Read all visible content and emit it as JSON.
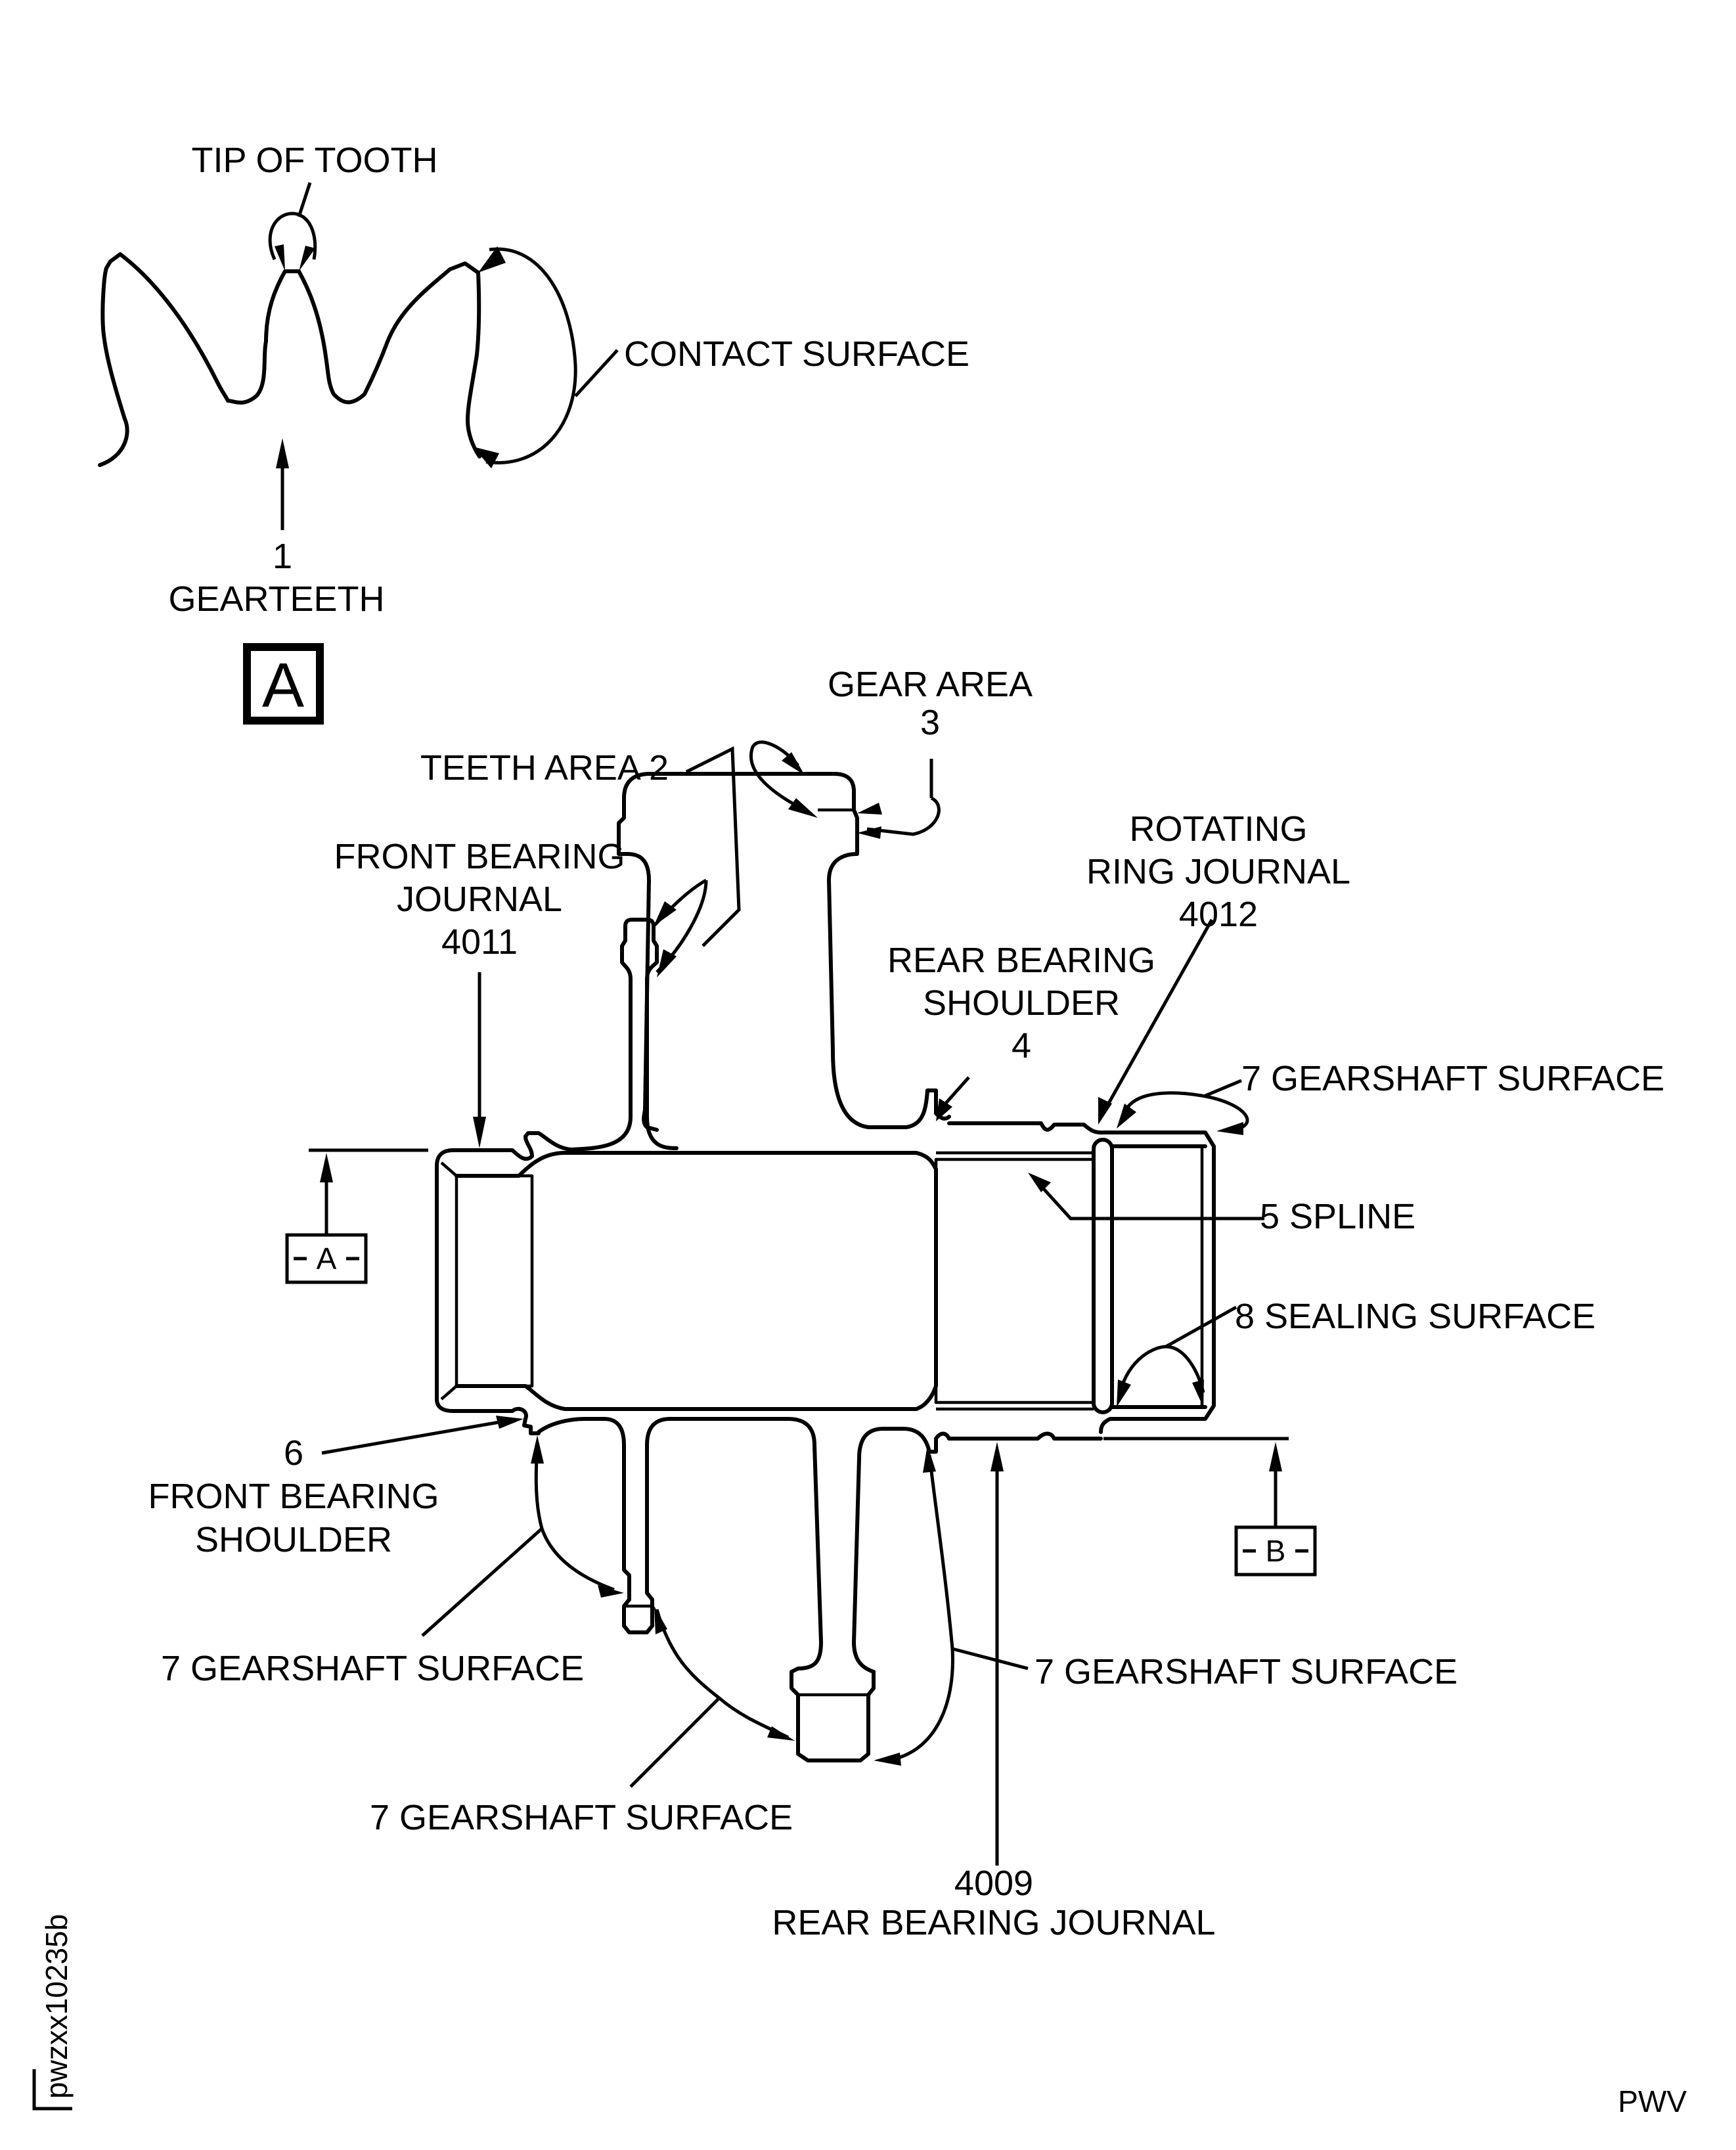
{
  "figure": {
    "detail_view_label": "A",
    "figure_id": "pwzxx10235b",
    "footer_code": "PWV"
  },
  "detail_a": {
    "tip_of_tooth": "TIP OF TOOTH",
    "contact_surface": "CONTACT SURFACE",
    "gearteeth_number": "1",
    "gearteeth_label": "GEARTEETH"
  },
  "labels": {
    "gear_area": "GEAR AREA",
    "gear_area_number": "3",
    "teeth_area": "TEETH AREA 2",
    "front_bearing_journal_line1": "FRONT BEARING",
    "front_bearing_journal_line2": "JOURNAL",
    "front_bearing_journal_number": "4011",
    "rotating_ring_journal_line1": "ROTATING",
    "rotating_ring_journal_line2": "RING JOURNAL",
    "rotating_ring_journal_number": "4012",
    "rear_bearing_shoulder_line1": "REAR BEARING",
    "rear_bearing_shoulder_line2": "SHOULDER",
    "rear_bearing_shoulder_number": "4",
    "gearshaft_surface_top": "7 GEARSHAFT SURFACE",
    "spline": "5 SPLINE",
    "sealing_surface": "8 SEALING SURFACE",
    "front_bearing_shoulder_number": "6",
    "front_bearing_shoulder_line1": "FRONT BEARING",
    "front_bearing_shoulder_line2": "SHOULDER",
    "gearshaft_surface_left": "7 GEARSHAFT SURFACE",
    "gearshaft_surface_bottom": "7 GEARSHAFT SURFACE",
    "gearshaft_surface_right": "7 GEARSHAFT SURFACE",
    "rear_bearing_journal_number": "4009",
    "rear_bearing_journal_label": "REAR BEARING JOURNAL"
  },
  "datums": {
    "a": "A",
    "b": "B"
  }
}
